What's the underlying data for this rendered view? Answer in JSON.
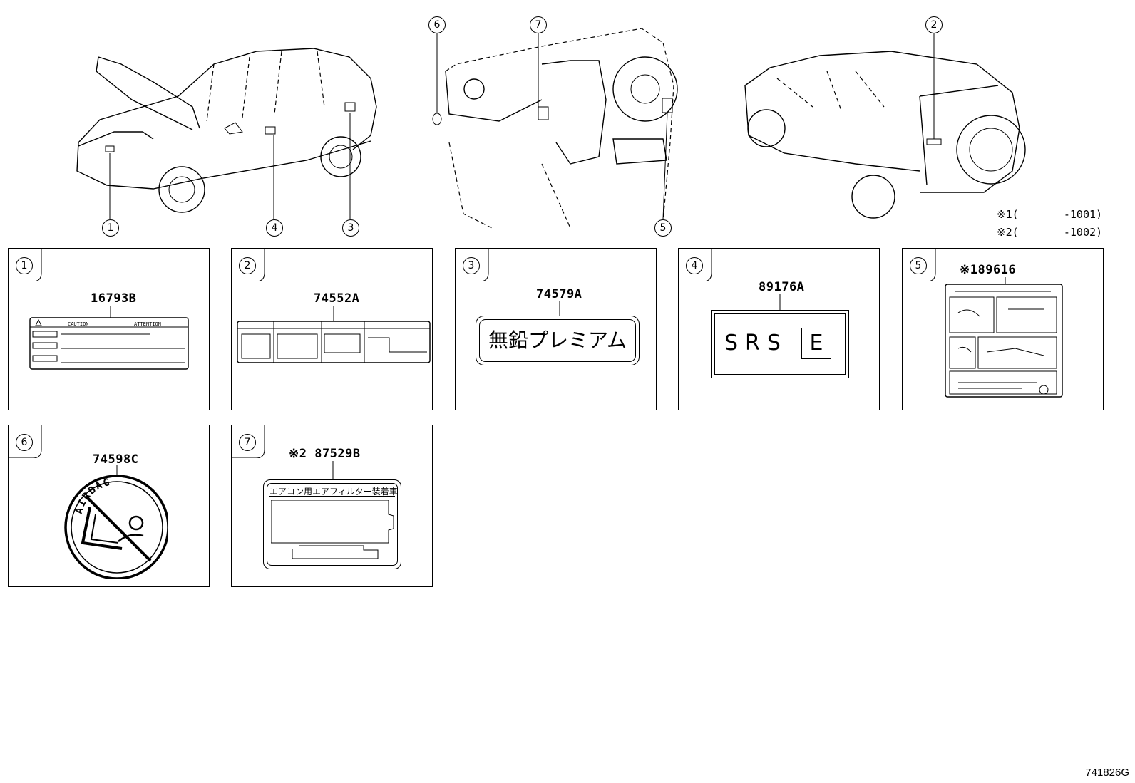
{
  "callouts": [
    "1",
    "2",
    "3",
    "4",
    "5",
    "6",
    "7"
  ],
  "notes": [
    {
      "mark": "※1",
      "open": "(",
      "code": "-1001)"
    },
    {
      "mark": "※2",
      "open": "(",
      "code": "-1002)"
    }
  ],
  "panels": [
    {
      "index": "1",
      "part": "16793B",
      "label_texts": [
        "CAUTION",
        "ATTENTION"
      ]
    },
    {
      "index": "2",
      "part": "74552A"
    },
    {
      "index": "3",
      "part": "74579A",
      "label_text": "無鉛プレミアム"
    },
    {
      "index": "4",
      "part": "89176A",
      "label_text": "SRS",
      "label_box": "E"
    },
    {
      "index": "5",
      "part": "※189616"
    },
    {
      "index": "6",
      "part": "74598C",
      "label_text": "AIRBAG"
    },
    {
      "index": "7",
      "part": "※2 87529B",
      "label_text": "エアコン用エアフィルター装着車"
    }
  ],
  "diagram_code": "741826G"
}
